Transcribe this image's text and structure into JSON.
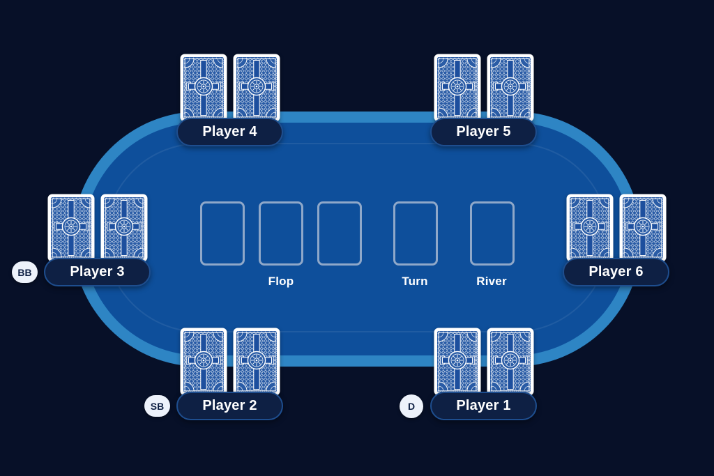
{
  "community": {
    "flop_label": "Flop",
    "turn_label": "Turn",
    "river_label": "River",
    "slot_count": 5
  },
  "seats": [
    {
      "name": "Player 1",
      "badge": "D",
      "hole_cards": 2
    },
    {
      "name": "Player 2",
      "badge": "SB",
      "hole_cards": 2
    },
    {
      "name": "Player 3",
      "badge": "BB",
      "hole_cards": 2
    },
    {
      "name": "Player 4",
      "badge": "",
      "hole_cards": 2
    },
    {
      "name": "Player 5",
      "badge": "",
      "hole_cards": 2
    },
    {
      "name": "Player 6",
      "badge": "",
      "hole_cards": 2
    }
  ],
  "icons": {
    "card_back": "card-back-icon",
    "dealer_button": "dealer-button",
    "small_blind_badge": "small-blind-badge",
    "big_blind_badge": "big-blind-badge"
  },
  "theme": {
    "background": "#071028",
    "rail": "#2E85C4",
    "felt": "#0E4F9B",
    "slot_border": "#8FA8C9",
    "pill_bg": "#0E2044",
    "pill_border": "#1E4E8F",
    "badge_bg": "#EDF2FB",
    "badge_text": "#0E2044",
    "card_blue": "#2A5CA6",
    "card_bar_blue": "#1D4F9E"
  }
}
